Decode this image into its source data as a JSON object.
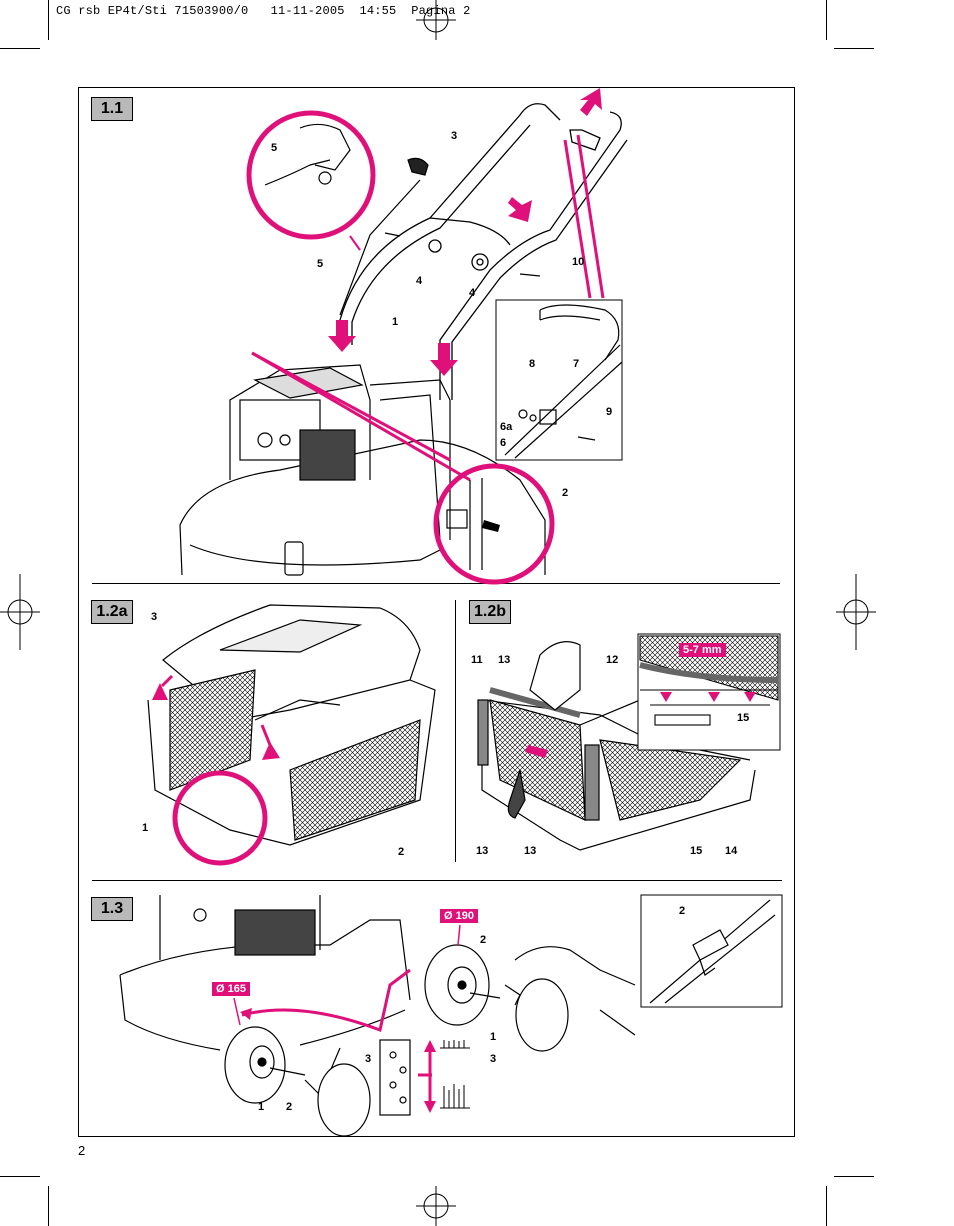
{
  "header": {
    "line": "CG rsb EP4t/Sti 71503900/0   11-11-2005  14:55  Pagina 2"
  },
  "page_number": "2",
  "sections": {
    "s11": "1.1",
    "s12a": "1.2a",
    "s12b": "1.2b",
    "s13": "1.3"
  },
  "labels_11": {
    "l3": "3",
    "l5a": "5",
    "l5b": "5",
    "l4a": "4",
    "l4b": "4",
    "l10": "10",
    "l1": "1",
    "l8": "8",
    "l7": "7",
    "l9": "9",
    "l6a": "6a",
    "l6": "6",
    "l2": "2"
  },
  "labels_12a": {
    "l3": "3",
    "l1": "1",
    "l2": "2"
  },
  "labels_12b": {
    "l11": "11",
    "l13a": "13",
    "l12": "12",
    "l15a": "15",
    "l13b": "13",
    "l13c": "13",
    "l15b": "15",
    "l14": "14",
    "gap": "5-7 mm"
  },
  "labels_13": {
    "d190": "Ø 190",
    "d165": "Ø 165",
    "l2a": "2",
    "l1a": "1",
    "l3a": "3",
    "l3b": "3",
    "l1b": "1",
    "l2b": "2",
    "l2c": "2"
  },
  "colors": {
    "accent": "#e0107a",
    "tag_gray": "#b9b9b9"
  }
}
